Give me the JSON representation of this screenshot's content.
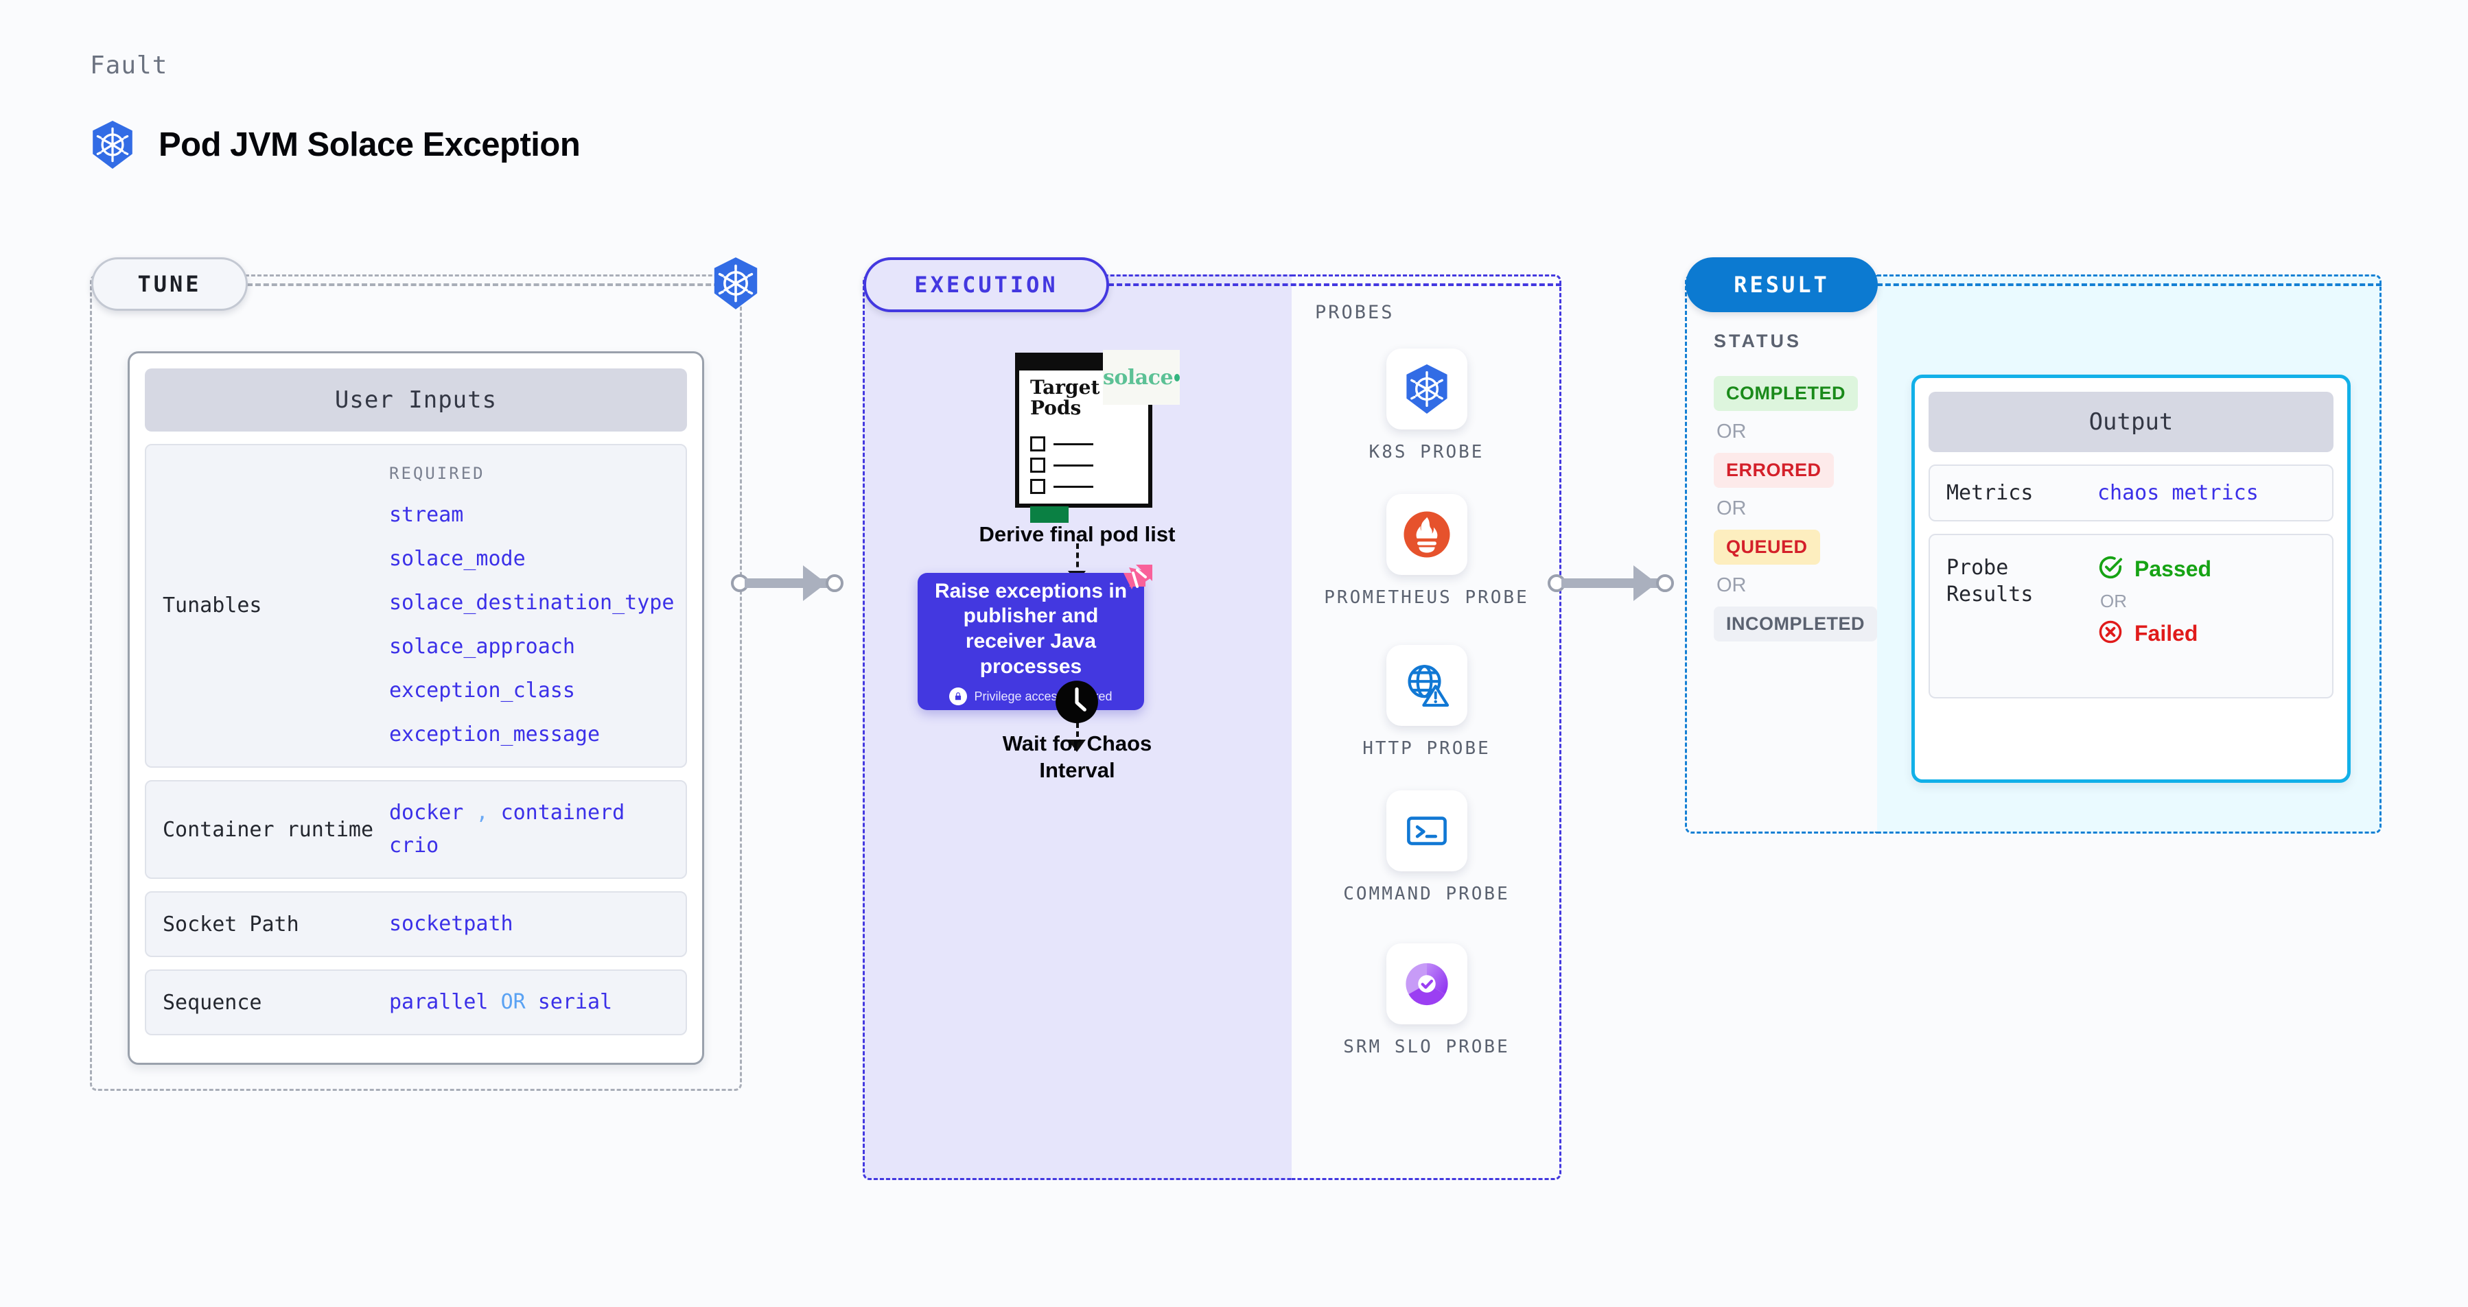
{
  "header": {
    "eyebrow": "Fault",
    "title": "Pod JVM Solace Exception",
    "icon": "kubernetes-icon"
  },
  "tune": {
    "pill_label": "TUNE",
    "card_title": "User Inputs",
    "rows": [
      {
        "label": "Tunables",
        "required_label": "REQUIRED",
        "values": [
          "stream",
          "solace_mode",
          "solace_destination_type",
          "solace_approach",
          "exception_class",
          "exception_message"
        ]
      },
      {
        "label": "Container runtime",
        "values": [
          "docker",
          "containerd",
          "crio"
        ],
        "separator": ","
      },
      {
        "label": "Socket Path",
        "values": [
          "socketpath"
        ]
      },
      {
        "label": "Sequence",
        "values": [
          "parallel",
          "serial"
        ],
        "conjunction": "OR"
      }
    ]
  },
  "execution": {
    "pill_label": "EXECUTION",
    "document": {
      "title_line1": "Target",
      "title_line2": "Pods",
      "brand": "solace",
      "item_count": 3
    },
    "step_derive": "Derive final pod list",
    "action_box": {
      "text": "Raise exceptions in publisher and receiver Java processes",
      "privilege_note": "Privilege access required",
      "privilege_icon": "lock-icon",
      "corner_icon": "litmuschaos-icon",
      "color": "#4338e0"
    },
    "step_wait_line1": "Wait for Chaos",
    "step_wait_line2": "Interval",
    "clock_icon": "clock-icon"
  },
  "probes": {
    "section_label": "PROBES",
    "items": [
      {
        "name": "K8S  PROBE",
        "icon": "kubernetes-icon"
      },
      {
        "name": "PROMETHEUS PROBE",
        "icon": "prometheus-icon"
      },
      {
        "name": "HTTP  PROBE",
        "icon": "http-globe-icon"
      },
      {
        "name": "COMMAND PROBE",
        "icon": "terminal-icon"
      },
      {
        "name": "SRM SLO PROBE",
        "icon": "srm-slo-icon"
      }
    ]
  },
  "result": {
    "pill_label": "RESULT",
    "status_label": "STATUS",
    "or_label": "OR",
    "statuses": [
      {
        "label": "COMPLETED",
        "bg": "#ddf5dd",
        "fg": "#1a8a1a"
      },
      {
        "label": "ERRORED",
        "bg": "#fdeaea",
        "fg": "#d4202a"
      },
      {
        "label": "QUEUED",
        "bg": "#fdeebf",
        "fg": "#d4202a"
      },
      {
        "label": "INCOMPLETED",
        "bg": "#eef0f5",
        "fg": "#5b6270"
      }
    ]
  },
  "output": {
    "card_title": "Output",
    "metrics_label": "Metrics",
    "metrics_value": "chaos metrics",
    "probe_results_label": "Probe Results",
    "passed_label": "Passed",
    "failed_label": "Failed",
    "or_label": "OR",
    "passed_icon": "check-circle-icon",
    "failed_icon": "x-circle-icon"
  },
  "colors": {
    "accent_purple": "#4338e0",
    "accent_blue": "#0c7ad1",
    "accent_cyan": "#12b0e8",
    "code_blue": "#3b30e8",
    "k8s_blue": "#326ce5"
  }
}
